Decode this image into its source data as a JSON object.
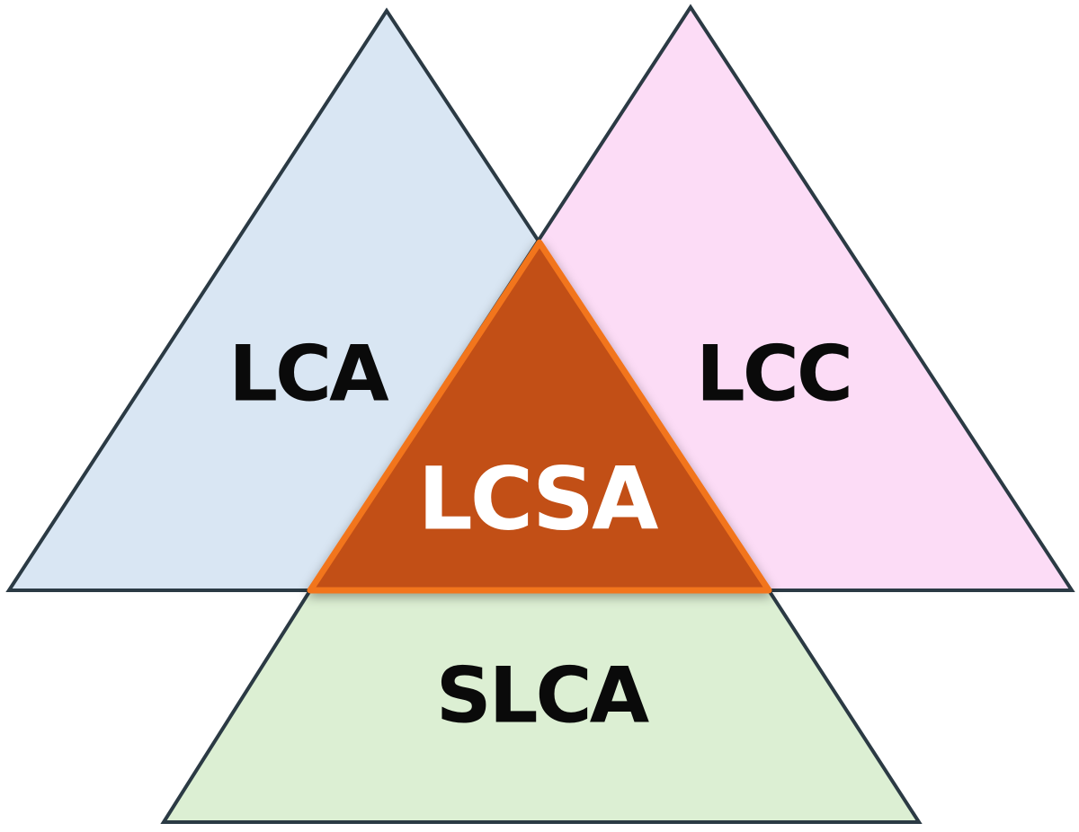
{
  "diagram": {
    "nodes": {
      "lca": {
        "label": "LCA",
        "color": "#d9e6f3"
      },
      "lcc": {
        "label": "LCC",
        "color": "#fcdcf6"
      },
      "slca": {
        "label": "SLCA",
        "color": "#dcefd3"
      },
      "lcsa": {
        "label": "LCSA",
        "color": "#c24f14",
        "border_color": "#f2751f"
      }
    }
  }
}
